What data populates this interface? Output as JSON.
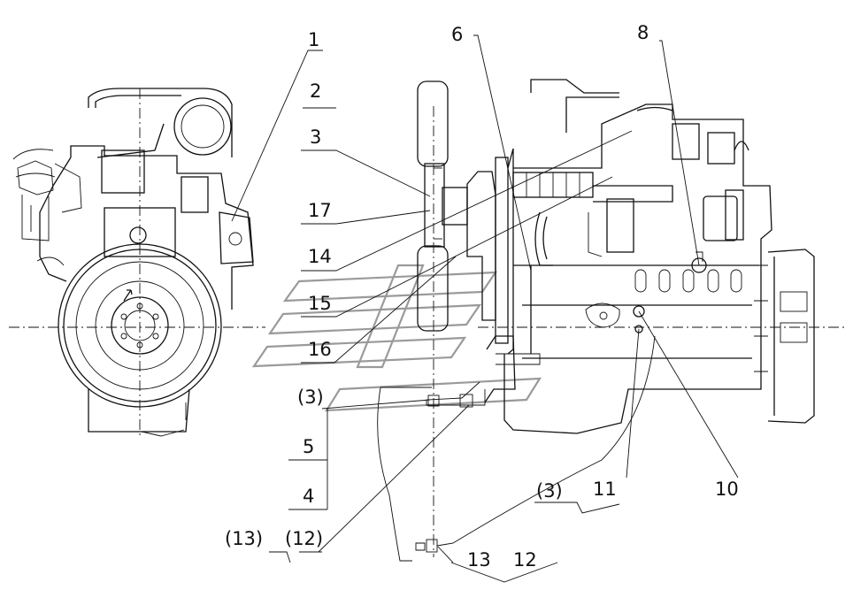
{
  "labels": {
    "l1": "1",
    "l2": "2",
    "l3": "3",
    "l17": "17",
    "l14": "14",
    "l15": "15",
    "l16": "16",
    "lp3a": "(3)",
    "l5": "5",
    "l4": "4",
    "lp13": "(13)",
    "lp12": "(12)",
    "l6": "6",
    "l8": "8",
    "l10": "10",
    "l11": "11",
    "lp3b": "(3)",
    "l13": "13",
    "l12": "12"
  }
}
